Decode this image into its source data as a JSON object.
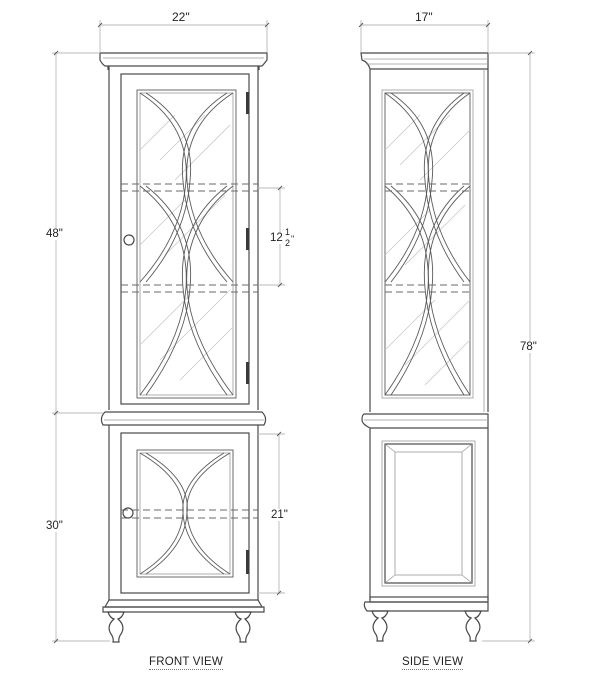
{
  "drawing": {
    "front_view": {
      "title": "FRONT VIEW",
      "dimensions": {
        "width": "22\"",
        "upper_height": "48\"",
        "lower_height": "30\"",
        "shelf_spacing_whole": "12",
        "shelf_spacing_frac_num": "1",
        "shelf_spacing_frac_den": "2",
        "shelf_spacing_unit": "\"",
        "lower_door_height": "21\""
      }
    },
    "side_view": {
      "title": "SIDE VIEW",
      "dimensions": {
        "depth": "17\"",
        "total_height": "78\""
      }
    }
  }
}
